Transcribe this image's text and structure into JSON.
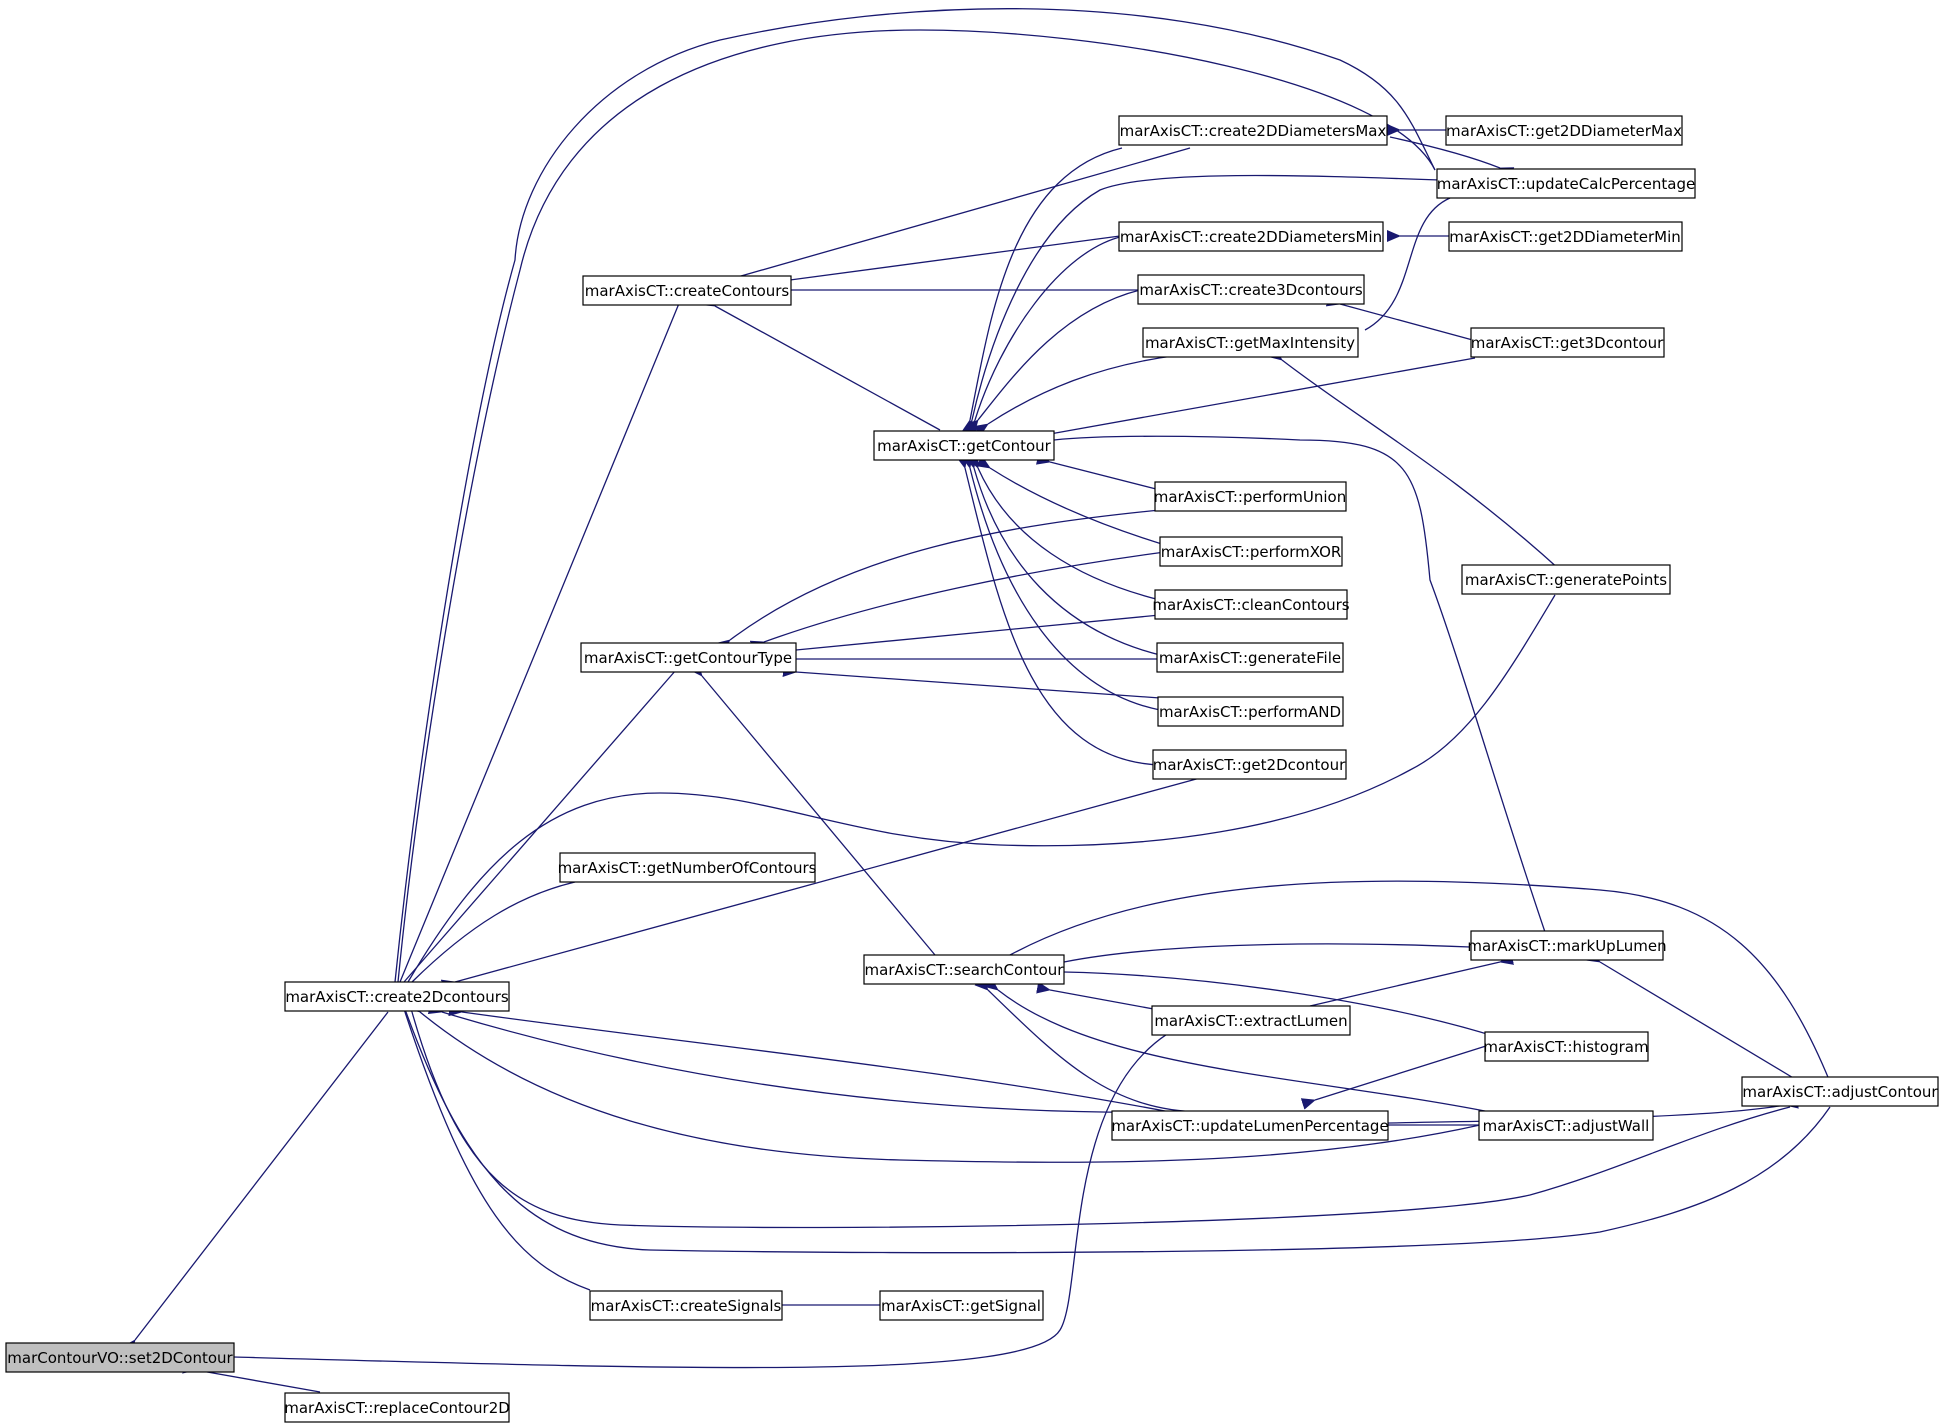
{
  "colors": {
    "edge": "#191970",
    "node_fill": "#ffffff",
    "node_fill_selected": "#bfbfbf",
    "node_stroke": "#000000"
  },
  "nodes": {
    "set2DContour": "marContourVO::set2DContour",
    "replaceContour2D": "marAxisCT::replaceContour2D",
    "create2Dcontours": "marAxisCT::create2Dcontours",
    "createSignals": "marAxisCT::createSignals",
    "getSignal": "marAxisCT::getSignal",
    "createContours": "marAxisCT::createContours",
    "getContourType": "marAxisCT::getContourType",
    "getNumberOfContours": "marAxisCT::getNumberOfContours",
    "getContour": "marAxisCT::getContour",
    "searchContour": "marAxisCT::searchContour",
    "create2DDiametersMax": "marAxisCT::create2DDiametersMax",
    "create2DDiametersMin": "marAxisCT::create2DDiametersMin",
    "create3Dcontours": "marAxisCT::create3Dcontours",
    "getMaxIntensity": "marAxisCT::getMaxIntensity",
    "performUnion": "marAxisCT::performUnion",
    "performXOR": "marAxisCT::performXOR",
    "cleanContours": "marAxisCT::cleanContours",
    "generateFile": "marAxisCT::generateFile",
    "performAND": "marAxisCT::performAND",
    "get2Dcontour": "marAxisCT::get2Dcontour",
    "extractLumen": "marAxisCT::extractLumen",
    "updateLumenPercentage": "marAxisCT::updateLumenPercentage",
    "get2DDiameterMax": "marAxisCT::get2DDiameterMax",
    "updateCalcPercentage": "marAxisCT::updateCalcPercentage",
    "get2DDiameterMin": "marAxisCT::get2DDiameterMin",
    "get3Dcontour": "marAxisCT::get3Dcontour",
    "generatePoints": "marAxisCT::generatePoints",
    "markUpLumen": "marAxisCT::markUpLumen",
    "histogram": "marAxisCT::histogram",
    "adjustWall": "marAxisCT::adjustWall",
    "adjustContour": "marAxisCT::adjustContour"
  }
}
